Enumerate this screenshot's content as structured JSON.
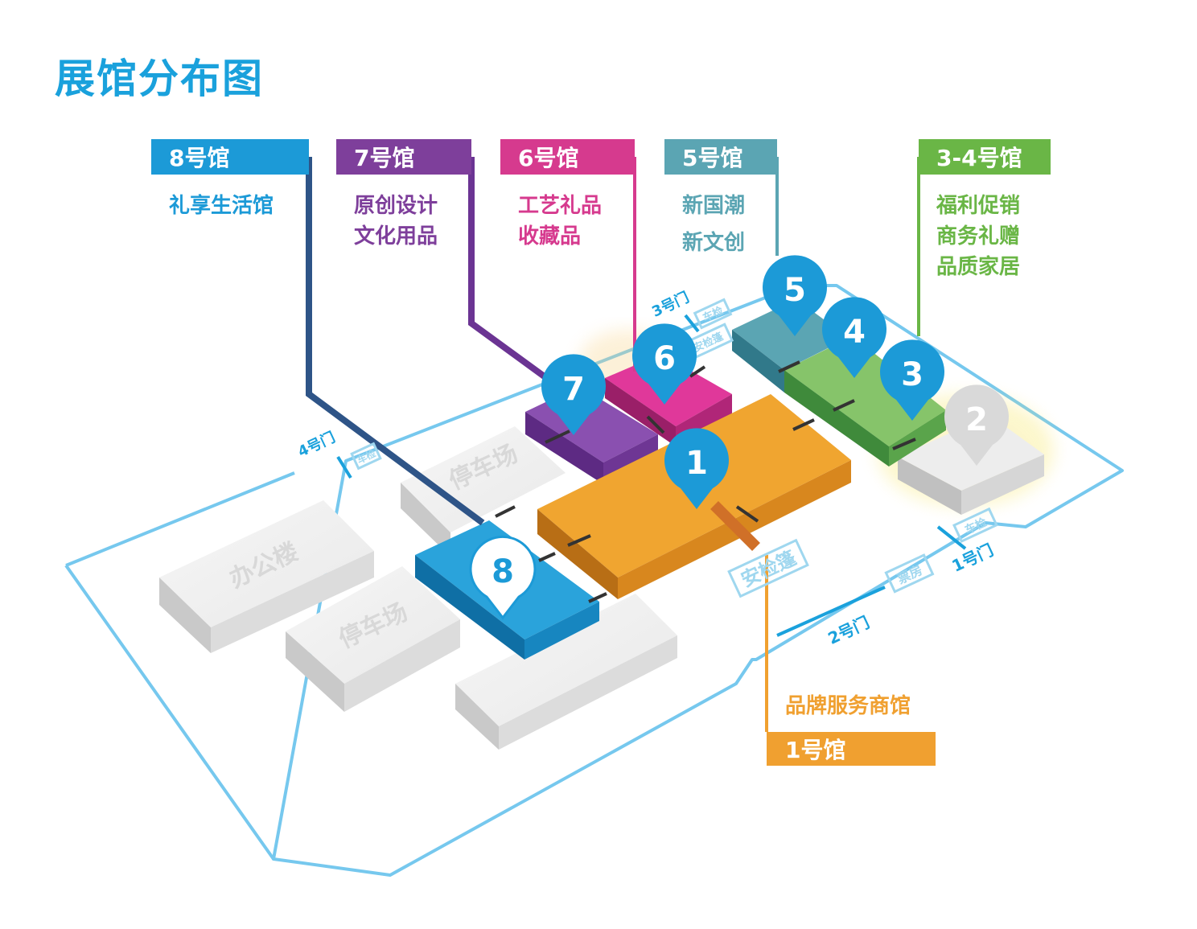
{
  "title": "展馆分布图",
  "colors": {
    "hall1": "#f0a030",
    "hall2": "#d8d8d8",
    "hall3": "#7cc05a",
    "hall4": "#7cc05a",
    "hall5": "#5ba5b3",
    "hall6": "#d63a8e",
    "hall7": "#7e3f9b",
    "hall8": "#1c9ad7",
    "outline": "#76c8ee",
    "accent": "#1aa1dc"
  },
  "halls": [
    {
      "key": "h8",
      "tag": "8号馆",
      "lines": [
        "礼享生活馆"
      ],
      "color": "#1c9ad7",
      "text_color": "#1c9ad7"
    },
    {
      "key": "h7",
      "tag": "7号馆",
      "lines": [
        "原创设计",
        "文化用品"
      ],
      "color": "#7e3f9b",
      "text_color": "#7e3f9b"
    },
    {
      "key": "h6",
      "tag": "6号馆",
      "lines": [
        "工艺礼品",
        "收藏品"
      ],
      "color": "#d63a8e",
      "text_color": "#d63a8e"
    },
    {
      "key": "h5",
      "tag": "5号馆",
      "lines": [
        "新国潮",
        "新文创"
      ],
      "color": "#5ba5b3",
      "text_color": "#5ba5b3"
    },
    {
      "key": "h34",
      "tag": "3-4号馆",
      "lines": [
        "福利促销",
        "商务礼赠",
        "品质家居"
      ],
      "color": "#6ab646",
      "text_color": "#6ab646"
    },
    {
      "key": "h1",
      "tag": "1号馆",
      "lines": [
        "品牌服务商馆"
      ],
      "color": "#f0a030",
      "text_color": "#f0a030"
    }
  ],
  "pins": [
    "1",
    "2",
    "3",
    "4",
    "5",
    "6",
    "7",
    "8"
  ],
  "buildings": {
    "office": "办公楼",
    "parking_a": "停车场",
    "parking_b": "停车场"
  },
  "gates": {
    "gate1": "1号门",
    "gate2": "2号门",
    "gate3": "3号门",
    "gate4": "4号门"
  },
  "facilities": {
    "security_tent": "安检篷",
    "ticket_office": "票房",
    "car_check_1": "车检",
    "car_check_3": "车检",
    "car_check_4": "车检",
    "security_3": "安检篷"
  }
}
